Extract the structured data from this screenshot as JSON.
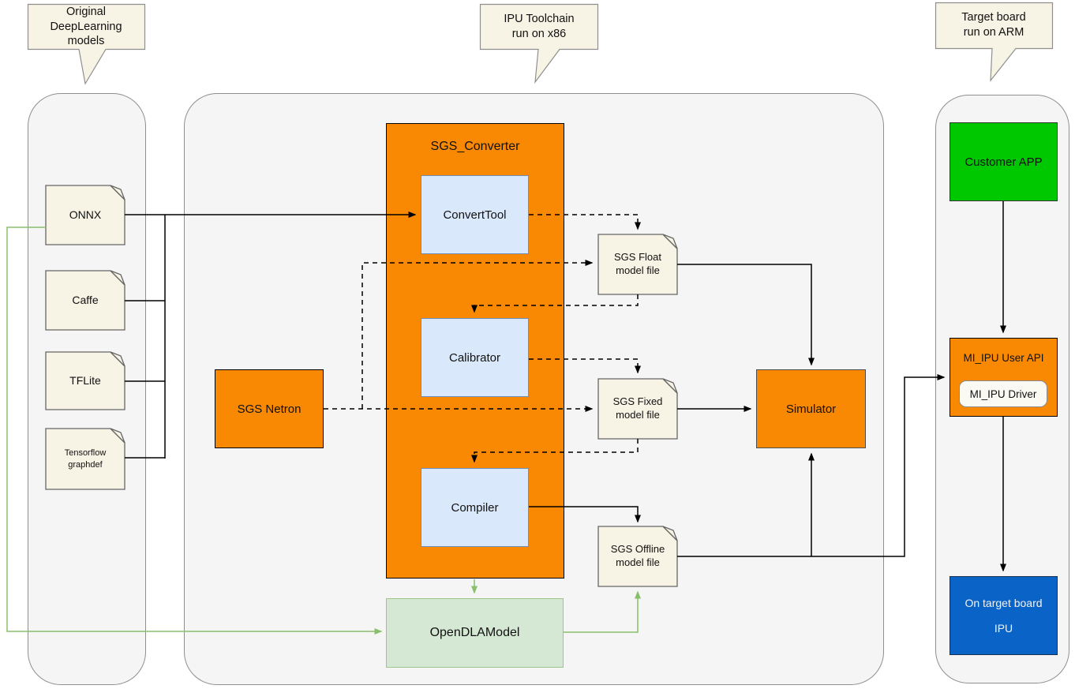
{
  "callouts": [
    {
      "text": "Original\nDeepLearning\nmodels"
    },
    {
      "text": "IPU Toolchain\nrun on x86"
    },
    {
      "text": "Target board\nrun on ARM"
    }
  ],
  "sources": [
    {
      "label": "ONNX"
    },
    {
      "label": "Caffe"
    },
    {
      "label": "TFLite"
    },
    {
      "label": "Tensorflow\ngraphdef"
    }
  ],
  "converter": {
    "title": "SGS_Converter",
    "tools": [
      {
        "label": "ConvertTool"
      },
      {
        "label": "Calibrator"
      },
      {
        "label": "Compiler"
      }
    ]
  },
  "netron": {
    "label": "SGS Netron"
  },
  "files": [
    {
      "label": "SGS Float\nmodel file"
    },
    {
      "label": "SGS Fixed\nmodel file"
    },
    {
      "label": "SGS Offline\nmodel file"
    }
  ],
  "simulator": {
    "label": "Simulator"
  },
  "open_dla": {
    "label": "OpenDLAModel"
  },
  "target_board": {
    "customer_app": {
      "label": "Customer APP"
    },
    "user_api": {
      "label": "MI_IPU User API"
    },
    "driver": {
      "label": "MI_IPU Driver"
    },
    "ipu": {
      "label": "On target board\n\nIPU"
    }
  },
  "colors": {
    "orange": "#f98803",
    "light-blue": "#dae8fc",
    "light-blue-border": "#6c8ebf",
    "cream": "#f7f3e5",
    "cream-border": "#666666",
    "green-box": "#d5e8d4",
    "green-border": "#9cc68a",
    "green-line": "#8abf6b",
    "bright-green": "#00c800",
    "blue": "#0a64c8",
    "container-bg": "#f5f5f5",
    "container-border": "#8f8f8f",
    "line": "#000000"
  }
}
